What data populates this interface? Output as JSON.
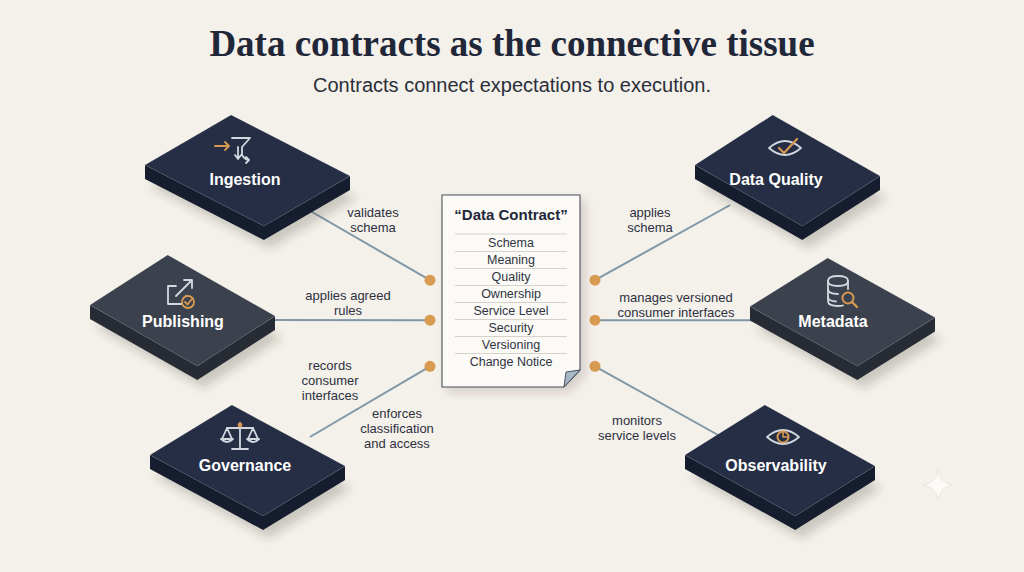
{
  "diagram": {
    "title": "Data contracts as the connective tissue",
    "nodes": [
      {
        "text": [
          "Ingestion"
        ]
      },
      {
        "text": [
          "Publishing"
        ]
      },
      {
        "text": [
          "Governance"
        ]
      },
      {
        "text": [
          "“Data Contract”",
          "Schema",
          "Meaning",
          "Quality",
          "Ownership",
          "Service Level",
          "Security",
          "Versioning",
          "Change Notice"
        ]
      },
      {
        "text": [
          "Data Quality"
        ]
      },
      {
        "text": [
          "Metadata"
        ]
      },
      {
        "text": [
          "Observability"
        ]
      }
    ],
    "edges": [
      {
        "from": 0,
        "to": 3,
        "label": "validates schema",
        "arrow": "none"
      },
      {
        "from": 1,
        "to": 3,
        "label": "applies agreed rules",
        "arrow": "none"
      },
      {
        "from": 2,
        "to": 3,
        "label": "enforces classification and access",
        "arrow": "none"
      },
      {
        "from": 4,
        "to": 3,
        "label": "applies schema",
        "arrow": "none"
      },
      {
        "from": 5,
        "to": 3,
        "label": "manages versioned consumer interfaces",
        "arrow": "none"
      },
      {
        "from": 6,
        "to": 3,
        "label": "monitors service levels",
        "arrow": "none"
      }
    ],
    "labels": [
      "Contracts connect expectations to execution.",
      "records consumer interfaces"
    ]
  }
}
